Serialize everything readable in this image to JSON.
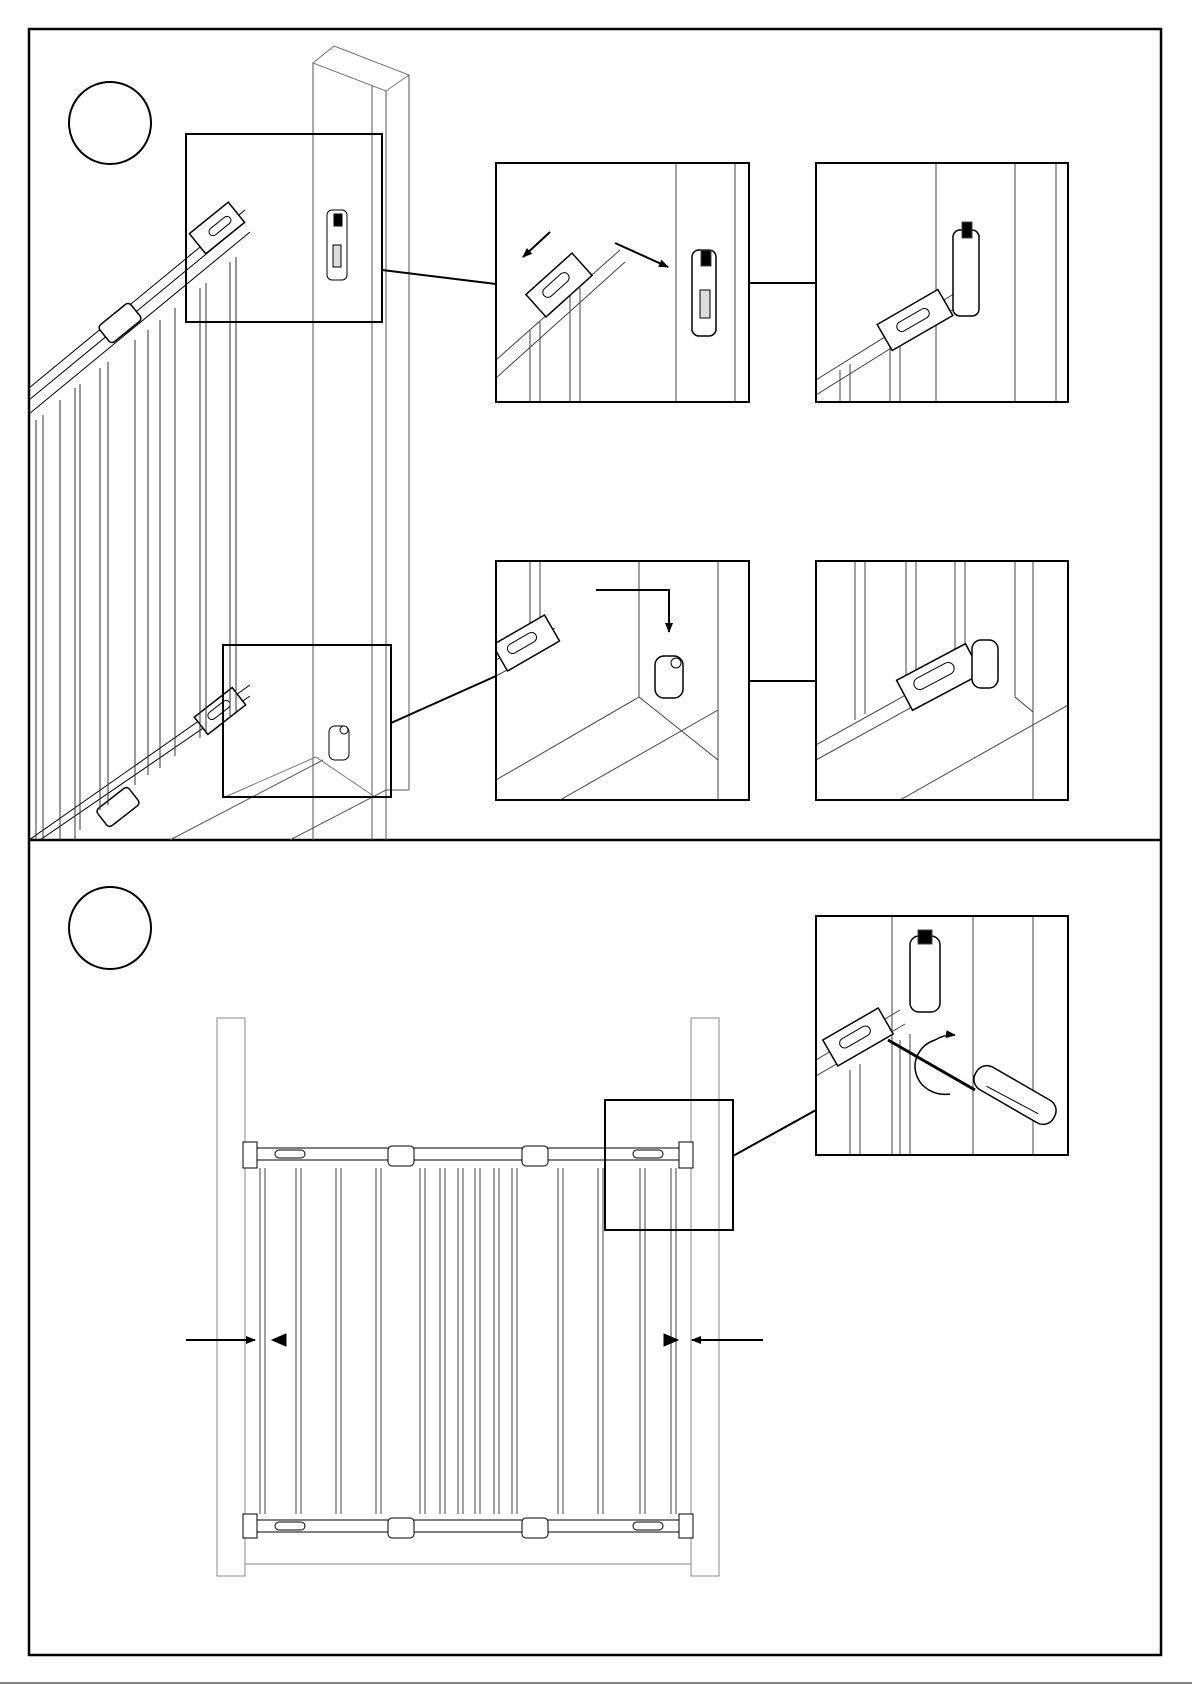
{
  "document": {
    "type": "assembly-instruction-sheet",
    "colors": {
      "ink": "#000000",
      "light_ink": "#888888",
      "paper": "#ffffff"
    }
  },
  "step1": {
    "number_circle_text": "",
    "detail_views": [
      "upper-bracket-before",
      "upper-bracket-attached",
      "lower-bracket-before",
      "lower-bracket-attached"
    ],
    "icons": [
      "arrow-left-icon",
      "arrow-right-icon",
      "arrow-down-icon"
    ]
  },
  "step2": {
    "number_circle_text": "",
    "detail_views": [
      "screwdriver-adjustment"
    ],
    "icons": [
      "screwdriver-icon",
      "rotate-clockwise-icon",
      "gap-arrow-left-icon",
      "gap-arrow-right-icon"
    ]
  }
}
